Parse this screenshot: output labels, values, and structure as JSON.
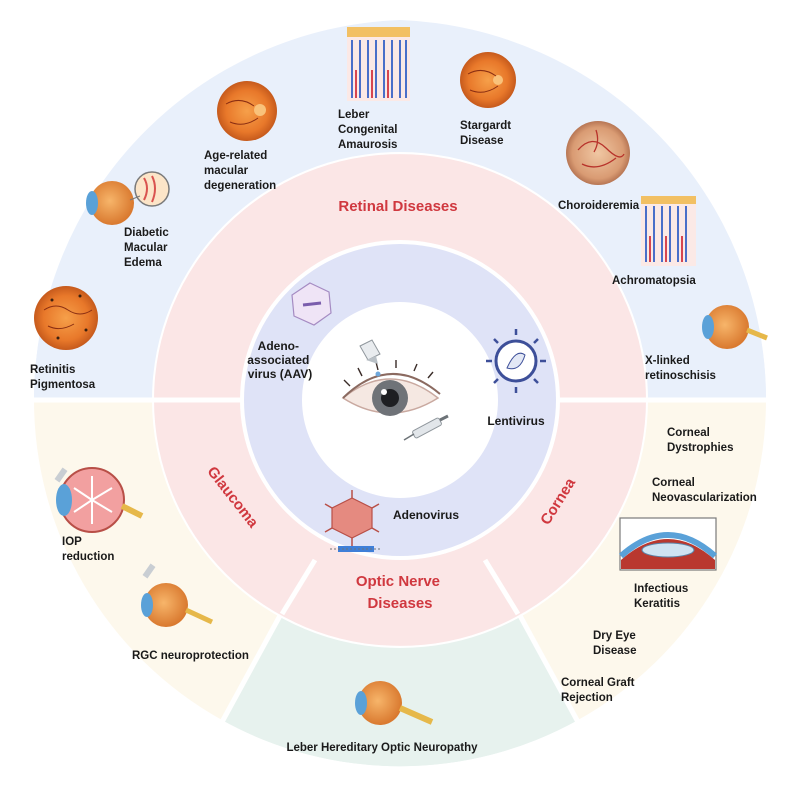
{
  "diagram": {
    "center": {
      "name": "eye-with-dropper-and-syringe"
    },
    "vectors": {
      "aav": [
        "Adeno-",
        "associated",
        "virus (AAV)"
      ],
      "lentivirus": [
        "Lentivirus"
      ],
      "adenovirus": [
        "Adenovirus"
      ]
    },
    "sections": {
      "retinal": "Retinal Diseases",
      "glaucoma": "Glaucoma",
      "cornea": "Cornea",
      "optic": [
        "Optic Nerve",
        "Diseases"
      ]
    },
    "diseases": {
      "retinitis": [
        "Retinitis",
        "Pigmentosa"
      ],
      "dme": [
        "Diabetic",
        "Macular",
        "Edema"
      ],
      "amd": [
        "Age-related",
        "macular",
        "degeneration"
      ],
      "lca": [
        "Leber",
        "Congenital",
        "Amaurosis"
      ],
      "stargardt": [
        "Stargardt",
        "Disease"
      ],
      "choroideremia": [
        "Choroideremia"
      ],
      "achromatopsia": [
        "Achromatopsia"
      ],
      "xlrs": [
        "X-linked",
        "retinoschisis"
      ],
      "corneal_dystrophies": [
        "Corneal",
        "Dystrophies"
      ],
      "corneal_neo": [
        "Corneal",
        "Neovascularization"
      ],
      "keratitis": [
        "Infectious",
        "Keratitis"
      ],
      "dry_eye": [
        "Dry Eye",
        "Disease"
      ],
      "graft": [
        "Corneal Graft",
        "Rejection"
      ],
      "iop": [
        "IOP",
        "reduction"
      ],
      "rgc": [
        "RGC neuroprotection"
      ],
      "lhon": [
        "Leber Hereditary Optic Neuropathy"
      ]
    },
    "colors": {
      "retinal_outer": "#e9f0fb",
      "retinal_middle": "#fbe6e6",
      "inner": "#dfe3f7",
      "glaucoma_outer": "#fdf8ec",
      "optic_outer": "#e7f2ee",
      "section_text": "#d0383f",
      "divider": "#ffffff"
    }
  }
}
